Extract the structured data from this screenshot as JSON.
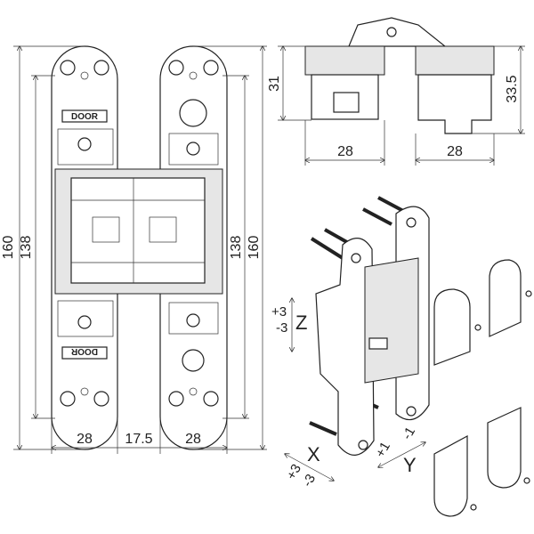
{
  "front_view": {
    "dims": {
      "height_outer_left": "160",
      "height_inner_left": "138",
      "height_inner_right": "138",
      "height_outer_right": "160",
      "width_left": "28",
      "gap": "17.5",
      "width_right": "28"
    },
    "leaf_label_top": "DOOR",
    "leaf_label_bottom": "DOOR"
  },
  "top_view": {
    "dims": {
      "height_left": "31",
      "height_right": "33.5",
      "width_left": "28",
      "width_right": "28"
    }
  },
  "iso_view": {
    "z_axis": {
      "label": "Z",
      "plus": "+3",
      "minus": "-3"
    },
    "x_axis": {
      "label": "X",
      "plus": "+3",
      "minus": "-3"
    },
    "y_axis": {
      "label": "Y",
      "plus": "+1",
      "minus": "-1"
    }
  }
}
